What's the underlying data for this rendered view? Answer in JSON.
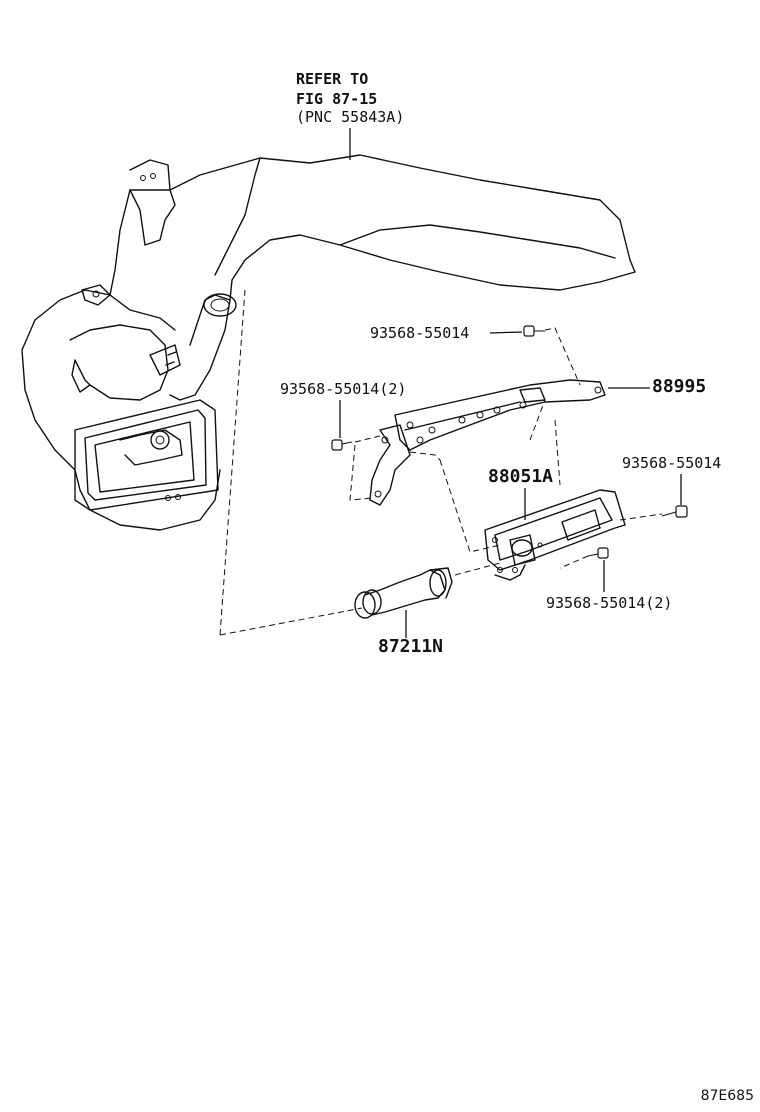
{
  "reference": {
    "line1": "REFER TO",
    "line2": "FIG 87-15",
    "line3": "(PNC 55843A)"
  },
  "parts": {
    "bolt_top": "93568-55014",
    "bracket": "88995",
    "bolt_left_pair": "93568-55014(2)",
    "bolt_right": "93568-55014",
    "sensor": "88051A",
    "bolt_lower_pair": "93568-55014(2)",
    "hose": "87211N"
  },
  "figure_code": "87E685"
}
